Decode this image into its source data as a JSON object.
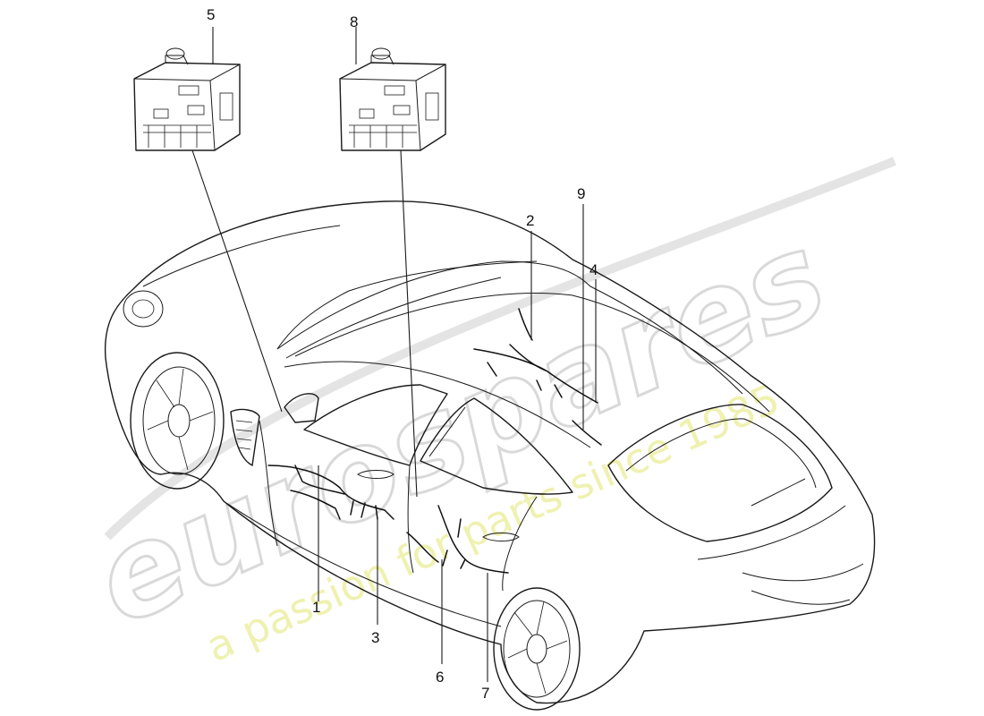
{
  "watermark": {
    "logo_text": "eurospares",
    "tagline": "a passion for parts since 1985"
  },
  "callouts": [
    {
      "id": "1",
      "text": "1"
    },
    {
      "id": "2",
      "text": "2"
    },
    {
      "id": "3",
      "text": "3"
    },
    {
      "id": "4",
      "text": "4"
    },
    {
      "id": "5",
      "text": "5"
    },
    {
      "id": "6",
      "text": "6"
    },
    {
      "id": "7",
      "text": "7"
    },
    {
      "id": "8",
      "text": "8"
    },
    {
      "id": "9",
      "text": "9"
    }
  ]
}
